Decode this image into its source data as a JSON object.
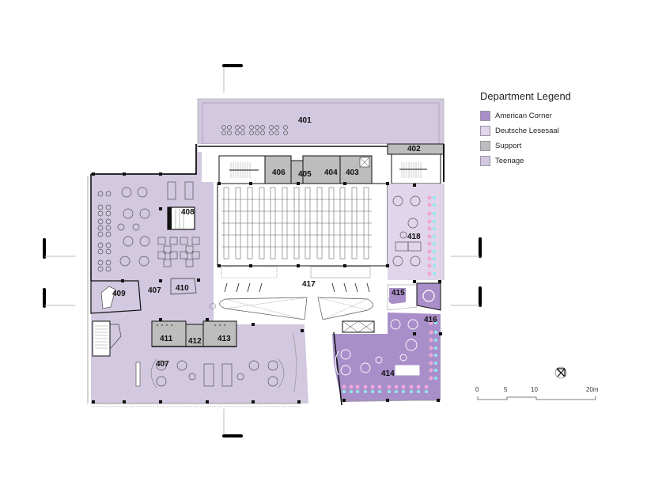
{
  "legend": {
    "title": "Department Legend",
    "items": [
      {
        "label": "American Corner",
        "color": "#a98fc9"
      },
      {
        "label": "Deutsche Lesesaal",
        "color": "#e0d5ea"
      },
      {
        "label": "Support",
        "color": "#bdbdbd"
      },
      {
        "label": "Teenage",
        "color": "#d2c8e0"
      }
    ]
  },
  "scale_bar": {
    "ticks": [
      "0",
      "5",
      "10",
      "20m"
    ]
  },
  "north_arrow": {
    "icon": "north-arrow-icon"
  },
  "rooms": {
    "r401": "401",
    "r402": "402",
    "r403": "403",
    "r404": "404",
    "r405": "405",
    "r406": "406",
    "r407a": "407",
    "r407b": "407",
    "r408": "408",
    "r409": "409",
    "r410": "410",
    "r411": "411",
    "r412": "412",
    "r413": "413",
    "r414": "414",
    "r415": "415",
    "r416": "416",
    "r417": "417",
    "r418": "418"
  },
  "colors": {
    "american_corner": "#a98fc9",
    "deutsche_lesesaal": "#e0d5ea",
    "support": "#bdbdbd",
    "teenage": "#d2c8e0",
    "wall": "#111111"
  }
}
